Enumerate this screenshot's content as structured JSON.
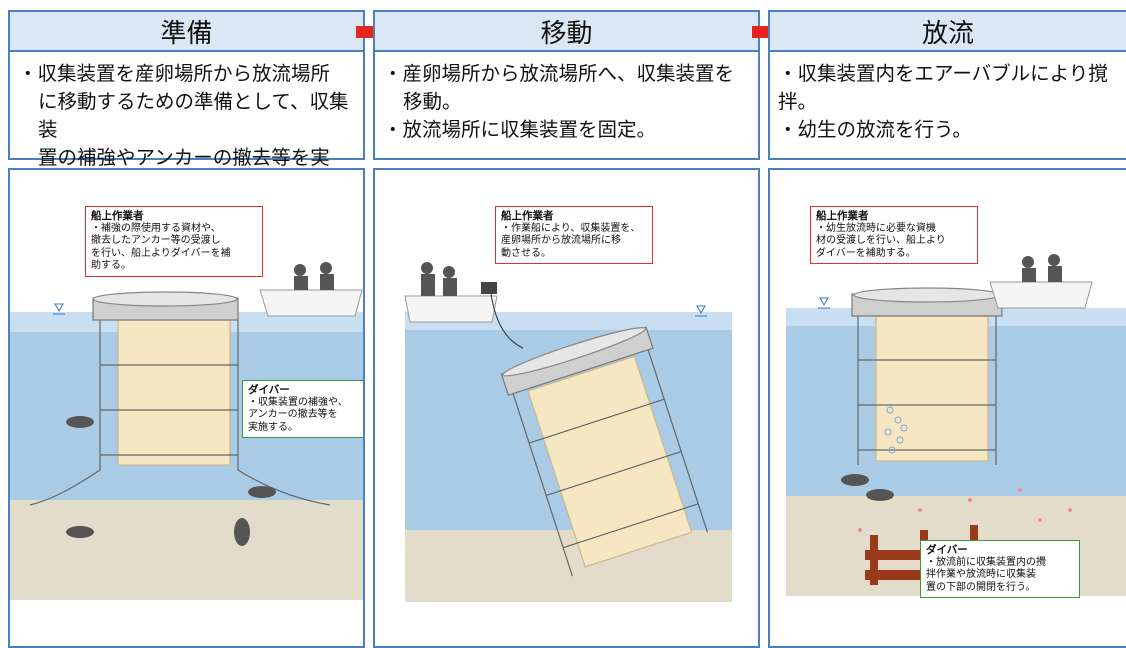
{
  "steps": [
    {
      "title": "準備",
      "desc": [
        "・収集装置を産卵場所から放流場所",
        "に移動するための準備として、収集装",
        "置の補強やアンカーの撤去等を実施。"
      ],
      "callouts": [
        {
          "title": "船上作業者",
          "lines": [
            "・補強の際使用する資材や、",
            "撤去したアンカー等の受渡し",
            "を行い、船上よりダイバーを補",
            "助する。"
          ]
        },
        {
          "title": "ダイバー",
          "lines": [
            "・収集装置の補強や、",
            "アンカーの撤去等を",
            "実施する。"
          ]
        }
      ]
    },
    {
      "title": "移動",
      "desc": [
        "・産卵場所から放流場所へ、収集装置を",
        "移動。",
        "・放流場所に収集装置を固定。"
      ],
      "callouts": [
        {
          "title": "船上作業者",
          "lines": [
            "・作業船により、収集装置を、",
            "産卵場所から放流場所に移",
            "動させる。"
          ]
        }
      ]
    },
    {
      "title": "放流",
      "desc": [
        "・収集装置内をエアーバブルにより撹拌。",
        "・幼生の放流を行う。"
      ],
      "callouts": [
        {
          "title": "船上作業者",
          "lines": [
            "・幼生放流時に必要な資機",
            "材の受渡しを行い、船上より",
            "ダイバーを補助する。"
          ]
        },
        {
          "title": "ダイバー",
          "lines": [
            "・放流前に収集装置内の攪",
            "拌作業や放流時に収集装",
            "置の下部の開閉を行う。"
          ]
        }
      ]
    }
  ],
  "colors": {
    "border": "#4a7fc0",
    "header_fill": "#dbe8f4",
    "arrow": "#e8231a",
    "water": "#a9cbe6",
    "seabed": "#e4dccb",
    "tank": "#f6e7c2"
  }
}
